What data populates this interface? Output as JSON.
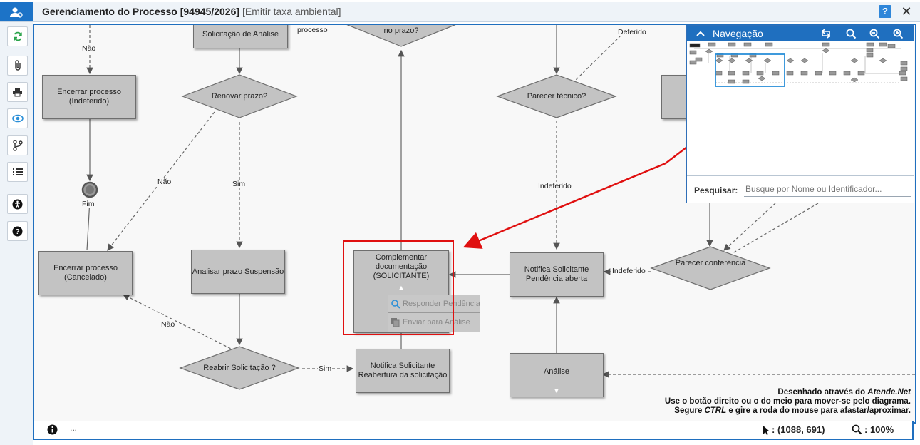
{
  "window": {
    "title": "Gerenciamento do Processo [94945/2026]",
    "subtitle": "[Emitir taxa ambiental]",
    "help_label": "?",
    "close_label": "✕"
  },
  "toolbar": {
    "items": [
      {
        "name": "refresh-icon"
      },
      {
        "name": "attachment-icon"
      },
      {
        "name": "print-icon"
      },
      {
        "name": "eye-icon"
      },
      {
        "name": "branch-icon"
      },
      {
        "name": "list-icon"
      },
      {
        "name": "accessibility-icon"
      },
      {
        "name": "help-circle-icon"
      }
    ]
  },
  "diagram": {
    "nodes": {
      "solicitacao_analise": "Solicitação de Análise",
      "no_prazo": "no prazo?",
      "encerrar_indeferido": "Encerrar processo (Indeferido)",
      "renovar_prazo": "Renovar prazo?",
      "parecer_tecnico": "Parecer técnico?",
      "fim": "Fim",
      "encerrar_cancelado": "Encerrar processo (Cancelado)",
      "analisar_prazo": "Analisar prazo Suspensão",
      "complementar": "Complementar documentação (SOLICITANTE)",
      "responder_pendencia": "Responder Pendência",
      "enviar_analise": "Enviar para Análise",
      "notifica_pendencia": "Notifica Solicitante Pendência aberta",
      "parecer_conferencia": "Parecer conferência",
      "reabrir_solicitacao": "Reabrir Solicitação ?",
      "notifica_reabertura": "Notifica Solicitante Reabertura da solicitação",
      "analise": "Análise"
    },
    "labels": {
      "processo": "processo",
      "nao_1": "Não",
      "nao_2": "Não",
      "nao_3": "Não",
      "sim_1": "Sim",
      "sim_2": "Sim",
      "deferido": "Deferido",
      "indeferido_1": "Indeferido",
      "indeferido_2": "Indeferido"
    }
  },
  "navigation": {
    "title": "Navegação",
    "search_label": "Pesquisar:",
    "search_placeholder": "Busque por Nome ou Identificador..."
  },
  "credits": {
    "line1_prefix": "Desenhado através do ",
    "line1_brand": "Atende.Net",
    "line2": "Use o botão direito ou o do meio para mover-se pelo diagrama.",
    "line3_prefix": "Segure ",
    "line3_key": "CTRL",
    "line3_suffix": " e gire a roda do mouse para afastar/aproximar."
  },
  "status": {
    "left_text": "...",
    "cursor": ": (1088, 691)",
    "zoom": ": 100%"
  },
  "colors": {
    "accent": "#1f6fbf",
    "highlight": "#e01010",
    "node_fill": "#c3c3c3"
  }
}
